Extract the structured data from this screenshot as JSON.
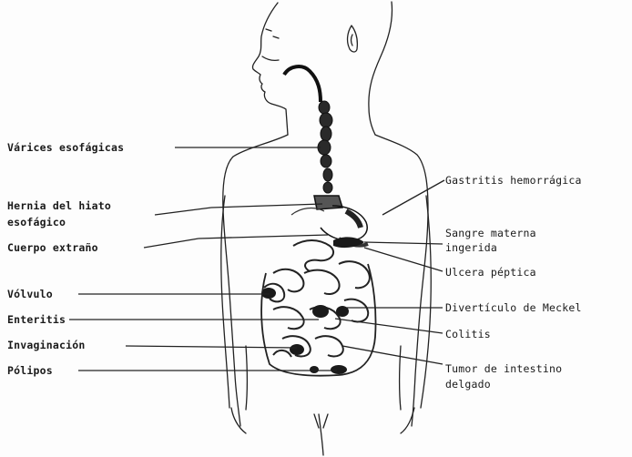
{
  "labels_left": [
    {
      "id": "varices",
      "text": "Várices esofágicas"
    },
    {
      "id": "hernia_1",
      "text": "Hernia del hiato"
    },
    {
      "id": "hernia_2",
      "text": "esofágico"
    },
    {
      "id": "cuerpo",
      "text": "Cuerpo extraño"
    },
    {
      "id": "volvulo",
      "text": "Vólvulo"
    },
    {
      "id": "enteritis",
      "text": "Enteritis"
    },
    {
      "id": "invaginacion",
      "text": "Invaginación"
    },
    {
      "id": "polipos",
      "text": "Pólipos"
    }
  ],
  "labels_right": [
    {
      "id": "gastritis",
      "text": "Gastritis hemorrágica"
    },
    {
      "id": "sangre_1",
      "text": "Sangre materna"
    },
    {
      "id": "sangre_2",
      "text": "ingerida"
    },
    {
      "id": "ulcera",
      "text": "Ulcera péptica"
    },
    {
      "id": "diverticulo",
      "text": "Divertículo de Meckel"
    },
    {
      "id": "colitis",
      "text": "Colitis"
    },
    {
      "id": "tumor_1",
      "text": "Tumor de intestino"
    },
    {
      "id": "tumor_2",
      "text": "delgado"
    }
  ]
}
